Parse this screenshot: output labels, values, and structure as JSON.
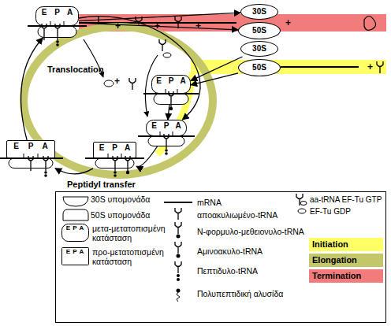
{
  "diagram": {
    "nodes": [
      {
        "text": [
          "E P A"
        ]
      },
      {
        "text": [
          "30S"
        ]
      },
      {
        "text": [
          "50S"
        ]
      },
      {
        "text": [
          "30S"
        ]
      },
      {
        "text": [
          "50S"
        ]
      },
      {
        "text": [
          "E P A"
        ]
      },
      {
        "text": [
          "E P A"
        ]
      },
      {
        "text": [
          "E P A"
        ]
      },
      {
        "text": [
          "E P A"
        ]
      }
    ],
    "edges": [
      {
        "from": 0,
        "to": 1,
        "arrow": "to"
      },
      {
        "from": 0,
        "to": 2,
        "arrow": "to"
      },
      {
        "from": 3,
        "to": 5,
        "arrow": "to"
      },
      {
        "from": 4,
        "to": 5,
        "arrow": "to"
      },
      {
        "from": 5,
        "to": 6,
        "arrow": "to"
      },
      {
        "from": 6,
        "to": 7,
        "arrow": "to"
      },
      {
        "from": 7,
        "to": 8,
        "label": "Peptidyl transfer",
        "arrow": "to"
      },
      {
        "from": 8,
        "to": 0,
        "label": "Translocation",
        "arrow": "to"
      },
      {
        "from": 0,
        "to": 6,
        "arrow": "to"
      }
    ],
    "labels": [
      "+",
      "+",
      "+",
      "+",
      "+",
      "+",
      "E P A",
      "E P A"
    ],
    "legend": [
      {
        "text": "30S υπομονάδα"
      },
      {
        "text": "50S υπομονάδα"
      },
      {
        "text": "μετα-μετατοπισμένη κατάσταση"
      },
      {
        "text": "προ-μετατοπισμένη κατάσταση"
      },
      {
        "text": "mRNA"
      },
      {
        "text": "αποακυλιωμένο-tRNA"
      },
      {
        "text": "Ν-φορμυλο-μεθειονυλο-tRNA"
      },
      {
        "text": "Αμινοακυλο-tRNA"
      },
      {
        "text": "Πεπτιδυλο-tRNA"
      },
      {
        "text": "Πολυπεπτιδική αλυσίδα"
      },
      {
        "text": "aa-tRNA EF-Tu GTP"
      },
      {
        "text": "EF-Tu GDP"
      },
      {
        "text": "Initiation",
        "color": "#ffff66"
      },
      {
        "text": "Elongation",
        "color": "#c4c66a"
      },
      {
        "text": "Termination",
        "color": "#f27c7c"
      }
    ]
  }
}
